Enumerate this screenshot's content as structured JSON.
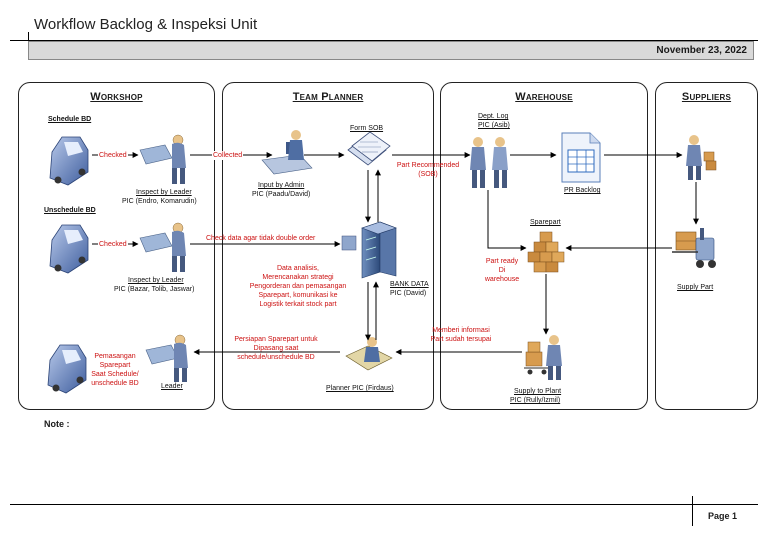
{
  "header": {
    "title": "Workflow Backlog & Inspeksi Unit",
    "date": "November 23, 2022"
  },
  "lanes": {
    "workshop": "Workshop",
    "planner": "Team Planner",
    "warehouse": "Warehouse",
    "suppliers": "Suppliers"
  },
  "workshop": {
    "schedule_bd": "Schedule BD",
    "unschedule_bd": "Unschedule BD",
    "checked_1": "Checked",
    "checked_2": "Checked",
    "inspect_1_a": "Inspect by Leader",
    "inspect_1_b": "PIC (Endro, Komarudin)",
    "inspect_2_a": "Inspect by Leader",
    "inspect_2_b": "PIC (Bazar, Tolib, Jaswar)",
    "install_note": [
      "Pemasangan",
      "Sparepart",
      "Saat Schedule/",
      "unschedule BD"
    ],
    "leader": "Leader"
  },
  "planner": {
    "collected": "Collected",
    "input_a": "Input by Admin",
    "input_b": "PIC (Paadu/David)",
    "form_sob": "Form SOB",
    "check_note": "Check data agar tidak double order",
    "analysis_note": [
      "Data analisis,",
      "Merencanakan strategi",
      "Pengorderan dan pemasangan",
      "Sparepart, komunikasi ke",
      "Logistik terkait stock part"
    ],
    "bank_a": "BANK DATA",
    "bank_b": "PIC (David)",
    "prepare_note": [
      "Persiapan Sparepart untuk",
      "Dipasang saat",
      "schedule/unschedule BD"
    ],
    "planner_pic": "Planner PIC (Firdaus)"
  },
  "warehouse": {
    "dept_a": "Dept. Log",
    "dept_b": "PIC (Asib)",
    "part_recommended": [
      "Part Recommended",
      "(SOB)"
    ],
    "pr_backlog": "PR Backlog",
    "sparepart": "Sparepart",
    "part_ready": [
      "Part ready",
      "Di",
      "warehouse"
    ],
    "inform_note": [
      "Memberi informasi",
      "Part sudah tersupai"
    ],
    "supply_a": "Supply to Plant",
    "supply_b": "PIC (Rully/Izmil)"
  },
  "suppliers": {
    "supply_part": "Supply Part"
  },
  "footer": {
    "note": "Note :",
    "page": "Page 1"
  }
}
